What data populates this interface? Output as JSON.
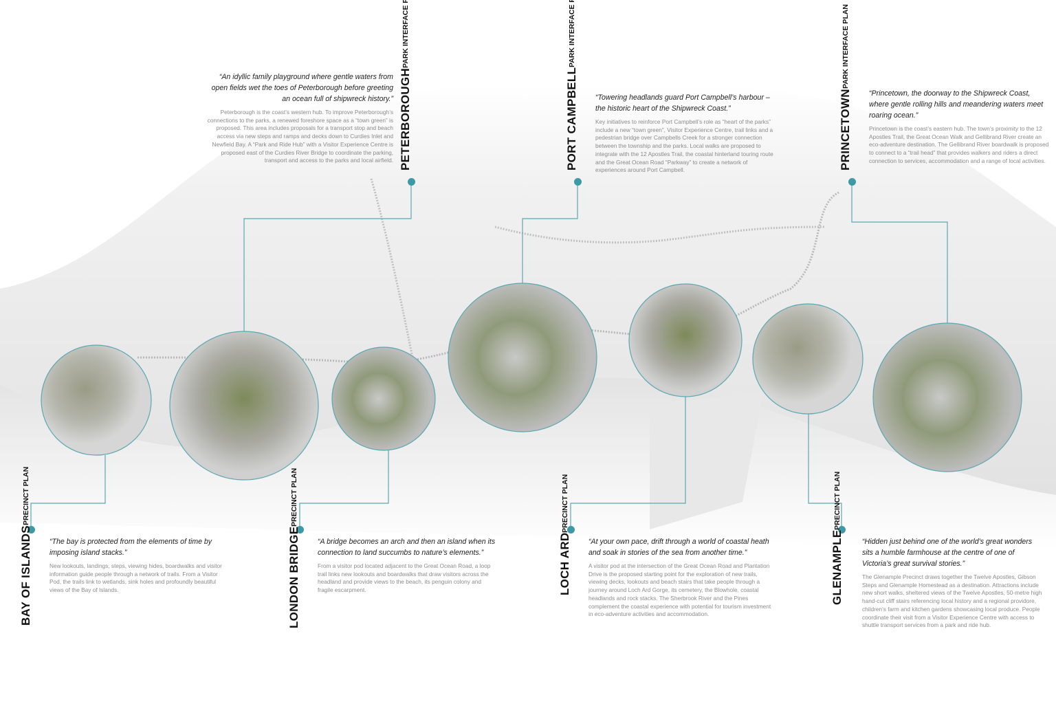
{
  "colors": {
    "accent": "#3b9aa5",
    "line": "#5aa7b0"
  },
  "precincts": {
    "peterborough": {
      "name": "PETERBOROUGH",
      "subtitle": "PARK INTERFACE PLAN",
      "quote": "“An idyllic family playground where gentle waters from open fields wet the toes of Peterborough before greeting an ocean full of shipwreck history.”",
      "description": "Peterborough is the coast’s western hub. To improve Peterborough’s connections to the parks, a renewed foreshore space as a “town green” is proposed. This area includes proposals for a transport stop and beach access via new steps and ramps and decks down to Curdies Inlet and Newfield Bay. A “Park and Ride Hub” with a Visitor Experience Centre is proposed east of the Curdies River Bridge to coordinate the parking, transport and access to the parks and local airfield."
    },
    "port_campbell": {
      "name": "PORT CAMPBELL",
      "subtitle": "PARK INTERFACE PLAN",
      "quote": "“Towering headlands guard Port Campbell’s harbour – the historic heart of the Shipwreck Coast.”",
      "description": "Key initiatives to reinforce Port Campbell’s role as “heart of the parks” include a new “town green”, Visitor Experience Centre, trail links and a pedestrian bridge over Campbells Creek for a stronger connection between the township and the parks. Local walks are proposed to integrate with the 12 Apostles Trail, the coastal hinterland touring route and the Great Ocean Road “Parkway” to create a network of experiences around Port Campbell."
    },
    "princetown": {
      "name": "PRINCETOWN",
      "subtitle": "PARK INTERFACE PLAN",
      "quote": "“Princetown, the doorway to the Shipwreck Coast, where gentle rolling hills and meandering waters meet roaring ocean.”",
      "description": "Princetown is the coast’s eastern hub. The town’s proximity to the 12 Apostles Trail, the Great Ocean Walk and Gellibrand River create an eco-adventure destination. The Gellibrand River boardwalk is proposed to connect to a “trail head” that provides walkers and riders a direct connection to services, accommodation and a range of local activities."
    },
    "bay_of_islands": {
      "name": "BAY OF ISLANDS",
      "subtitle": "PRECINCT PLAN",
      "quote": "“The bay is protected from the elements of time by imposing island stacks.”",
      "description": "New lookouts, landings, steps, viewing hides, boardwalks and visitor information guide people through a network of trails. From a Visitor Pod, the trails link to wetlands, sink holes and profoundly beautiful views of the Bay of Islands."
    },
    "london_bridge": {
      "name": "LONDON BRIDGE",
      "subtitle": "PRECINCT PLAN",
      "quote": "“A bridge becomes an arch and then an island when its connection to land succumbs to nature’s elements.”",
      "description": "From a visitor pod located adjacent to the Great Ocean Road, a loop trail links new lookouts and boardwalks that draw visitors across the headland and provide views to the beach, its penguin colony and fragile escarpment."
    },
    "loch_ard": {
      "name": "LOCH ARD",
      "subtitle": "PRECINCT PLAN",
      "quote": "“At your own pace, drift through a world of coastal heath and soak in stories of the sea from another time.”",
      "description": "A visitor pod at the intersection of the Great Ocean Road and Plantation Drive is the proposed starting point for the exploration of new trails, viewing decks, lookouts and beach stairs that take people through a journey around Loch Ard Gorge, its cemetery, the Blowhole, coastal headlands and rock stacks. The Sherbrook River and the Pines complement the coastal experience with potential for tourism investment in eco-adventure activities and accommodation."
    },
    "glenample": {
      "name": "GLENAMPLE",
      "subtitle": "PRECINCT PLAN",
      "quote": "“Hidden just behind one of the world’s great wonders sits a humble farmhouse at the centre of one of Victoria’s great survival stories.”",
      "description": "The Glenample Precinct draws together the Twelve Apostles, Gibson Steps and Glenample Homestead as a destination. Attractions include new short walks, sheltered views of the Twelve Apostles, 50-metre high hand-cut cliff stairs referencing local history and a regional providore, children’s farm and kitchen gardens showcasing local produce. People coordinate their visit from a Visitor Experience Centre with access to shuttle transport services from a park and ride hub."
    }
  }
}
